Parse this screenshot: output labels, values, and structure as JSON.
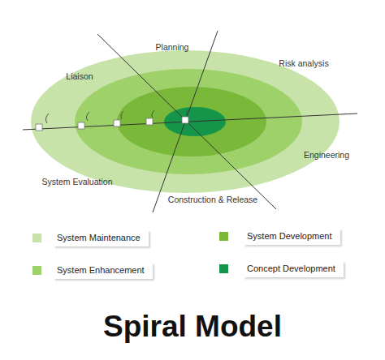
{
  "diagram": {
    "title": "Spiral Model",
    "labels": [
      "Liaison",
      "Planning",
      "Risk analysis",
      "Engineering",
      "Construction & Release",
      "System Evaluation"
    ],
    "legend": [
      {
        "text": "System Maintenance",
        "color": "#c8e3a9"
      },
      {
        "text": "System Enhancement",
        "color": "#9fd16b"
      },
      {
        "text": "System Development",
        "color": "#7ab83a"
      },
      {
        "text": "Concept Development",
        "color": "#15954a"
      }
    ]
  }
}
